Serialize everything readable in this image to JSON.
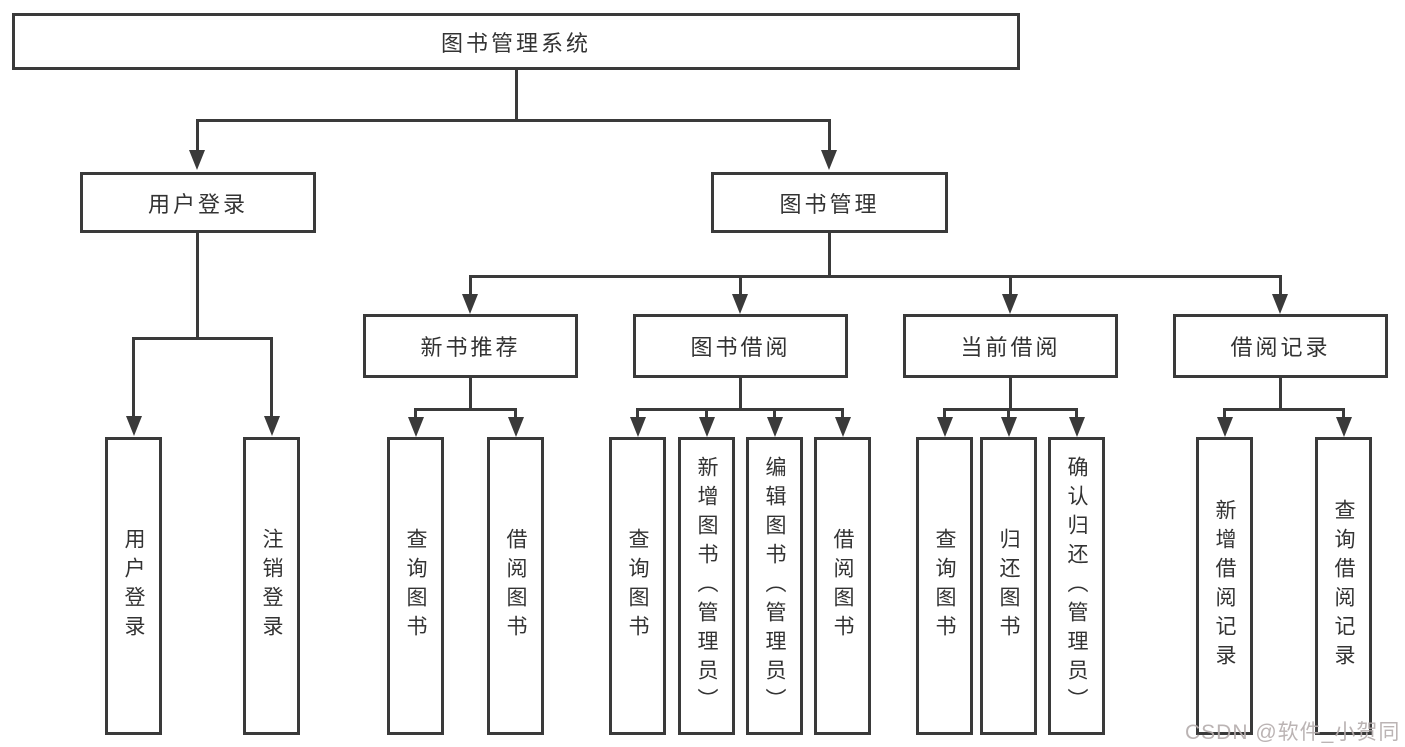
{
  "diagram": {
    "root": {
      "label": "图书管理系统"
    },
    "branches": [
      {
        "label": "用户登录",
        "children": [
          {
            "label": "用户登录"
          },
          {
            "label": "注销登录"
          }
        ]
      },
      {
        "label": "图书管理",
        "children": [
          {
            "label": "新书推荐",
            "children": [
              {
                "label": "查询图书"
              },
              {
                "label": "借阅图书"
              }
            ]
          },
          {
            "label": "图书借阅",
            "children": [
              {
                "label": "查询图书"
              },
              {
                "label": "新增图书（管理员）"
              },
              {
                "label": "编辑图书（管理员）"
              },
              {
                "label": "借阅图书"
              }
            ]
          },
          {
            "label": "当前借阅",
            "children": [
              {
                "label": "查询图书"
              },
              {
                "label": "归还图书"
              },
              {
                "label": "确认归还（管理员）"
              }
            ]
          },
          {
            "label": "借阅记录",
            "children": [
              {
                "label": "新增借阅记录"
              },
              {
                "label": "查询借阅记录"
              }
            ]
          }
        ]
      }
    ],
    "colors": {
      "line": "#3a3a3a",
      "text": "#333333",
      "background": "#ffffff",
      "watermark": "#b6aeae"
    },
    "watermark": {
      "text": "CSDN @软件_小贺同学"
    }
  }
}
